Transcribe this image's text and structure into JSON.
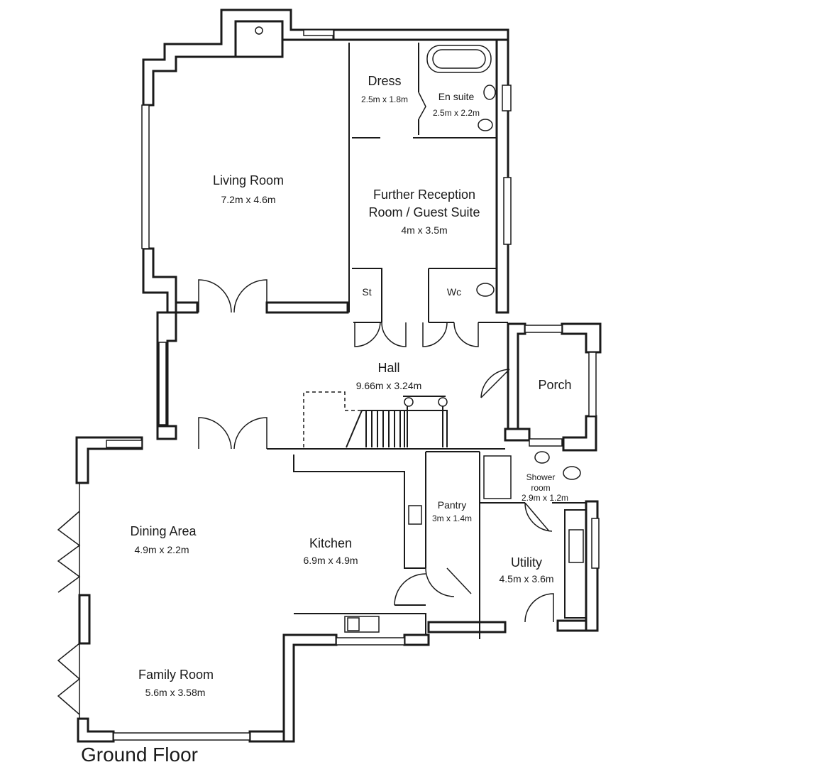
{
  "floor_title": "Ground Floor",
  "rooms": [
    {
      "key": "living",
      "name": "Living Room",
      "dims": "7.2m x 4.6m"
    },
    {
      "key": "dress",
      "name": "Dress",
      "dims": "2.5m x 1.8m"
    },
    {
      "key": "ensuite",
      "name": "En suite",
      "dims": "2.5m x 2.2m"
    },
    {
      "key": "reception",
      "name_line1": "Further Reception",
      "name_line2": "Room / Guest Suite",
      "dims": "4m x 3.5m"
    },
    {
      "key": "st",
      "name": "St"
    },
    {
      "key": "wc",
      "name": "Wc"
    },
    {
      "key": "hall",
      "name": "Hall",
      "dims": "9.66m x 3.24m"
    },
    {
      "key": "porch",
      "name": "Porch"
    },
    {
      "key": "shower",
      "name_line1": "Shower",
      "name_line2": "room",
      "dims": "2.9m x 1.2m"
    },
    {
      "key": "dining",
      "name": "Dining Area",
      "dims": "4.9m x 2.2m"
    },
    {
      "key": "kitchen",
      "name": "Kitchen",
      "dims": "6.9m x 4.9m"
    },
    {
      "key": "pantry",
      "name": "Pantry",
      "dims": "3m x 1.4m"
    },
    {
      "key": "utility",
      "name": "Utility",
      "dims": "4.5m x 3.6m"
    },
    {
      "key": "family",
      "name": "Family Room",
      "dims": "5.6m x 3.58m"
    }
  ]
}
